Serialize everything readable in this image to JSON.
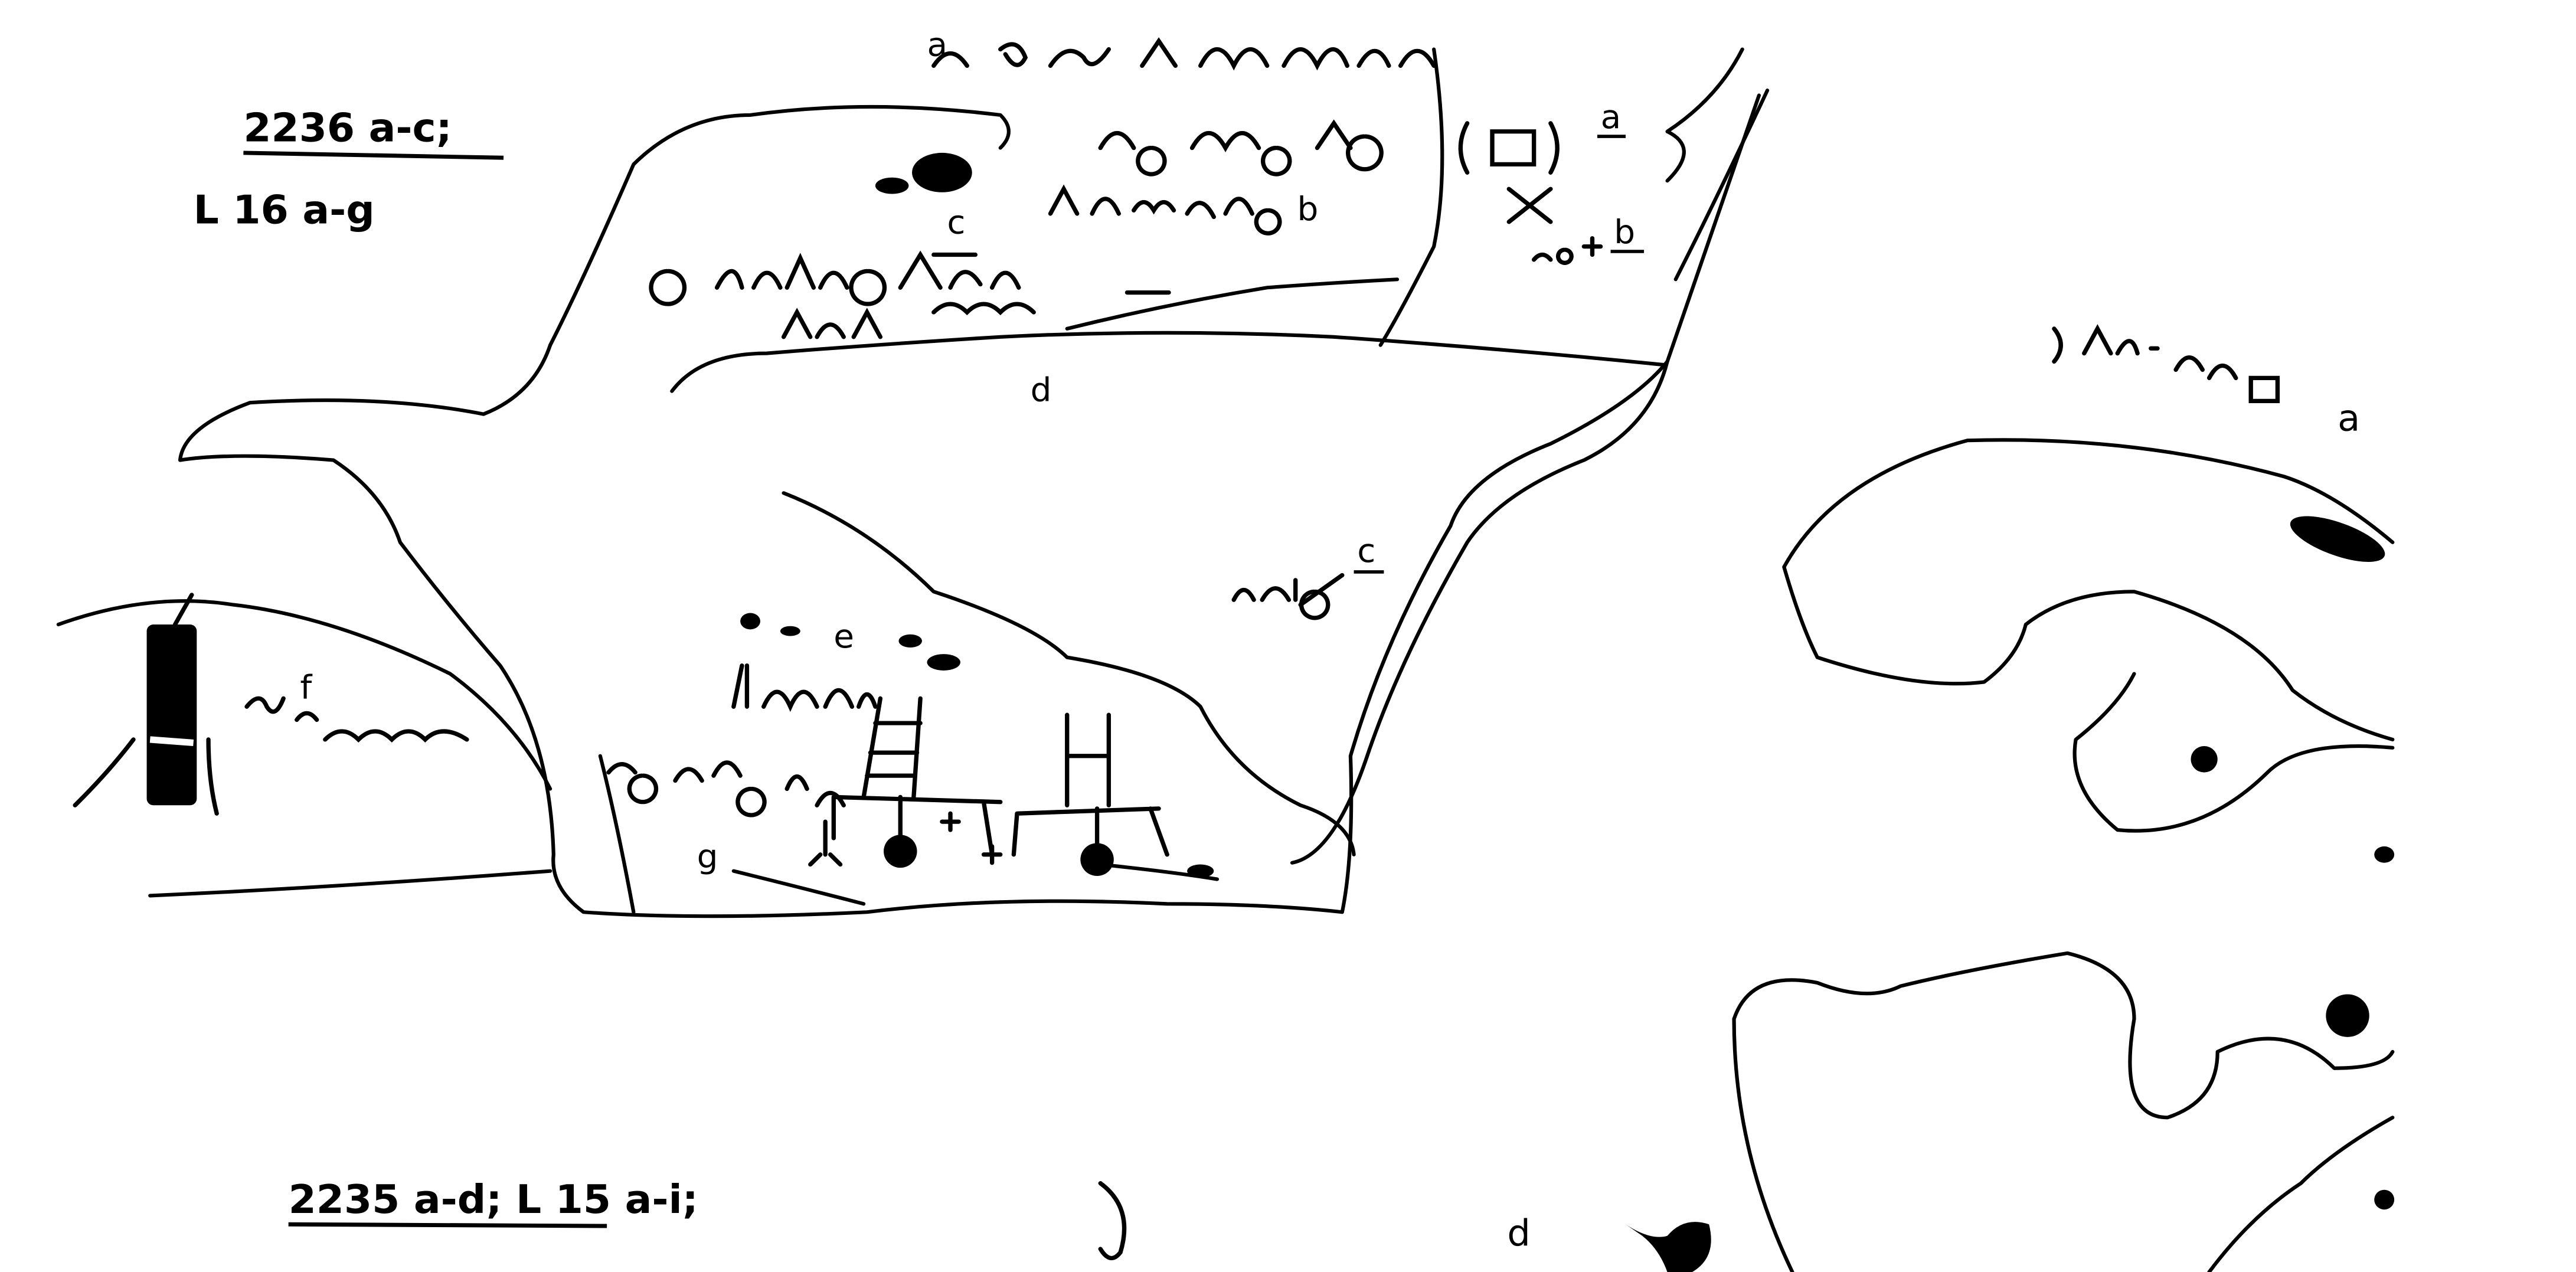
{
  "captions": {
    "top_ref": "2236 a-c;",
    "top_ref_sub": "L 16 a-g",
    "bottom_ref": "2235 a-d; L 15 a-i;"
  },
  "left_drawing_labels": {
    "a": "a",
    "b": "b",
    "c": "c",
    "d": "d",
    "e": "e",
    "f": "f",
    "g": "g",
    "inset_a": "a",
    "inset_b": "b",
    "inset_c": "c"
  },
  "right_drawing_labels": {
    "a": "a",
    "d": "d"
  }
}
